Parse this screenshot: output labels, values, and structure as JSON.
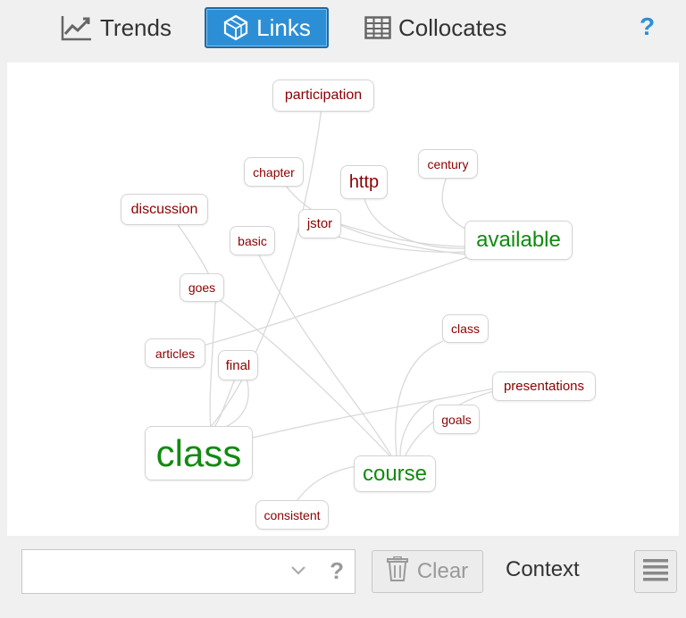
{
  "toolbar": {
    "trends_label": "Trends",
    "links_label": "Links",
    "collocates_label": "Collocates",
    "help_label": "?"
  },
  "graph": {
    "edge_color": "#d9d9d9",
    "node_text_color": "#8b0000",
    "keyword_color": "#118a11",
    "nodes": {
      "participation": "participation",
      "chapter": "chapter",
      "http": "http",
      "century": "century",
      "discussion": "discussion",
      "jstor": "jstor",
      "basic": "basic",
      "available": "available",
      "goes": "goes",
      "articles": "articles",
      "final": "final",
      "class_small": "class",
      "presentations": "presentations",
      "goals": "goals",
      "class_big": "class",
      "course": "course",
      "consistent": "consistent"
    }
  },
  "footer": {
    "search_value": "",
    "search_help": "?",
    "clear_label": "Clear",
    "context_label": "Context"
  }
}
